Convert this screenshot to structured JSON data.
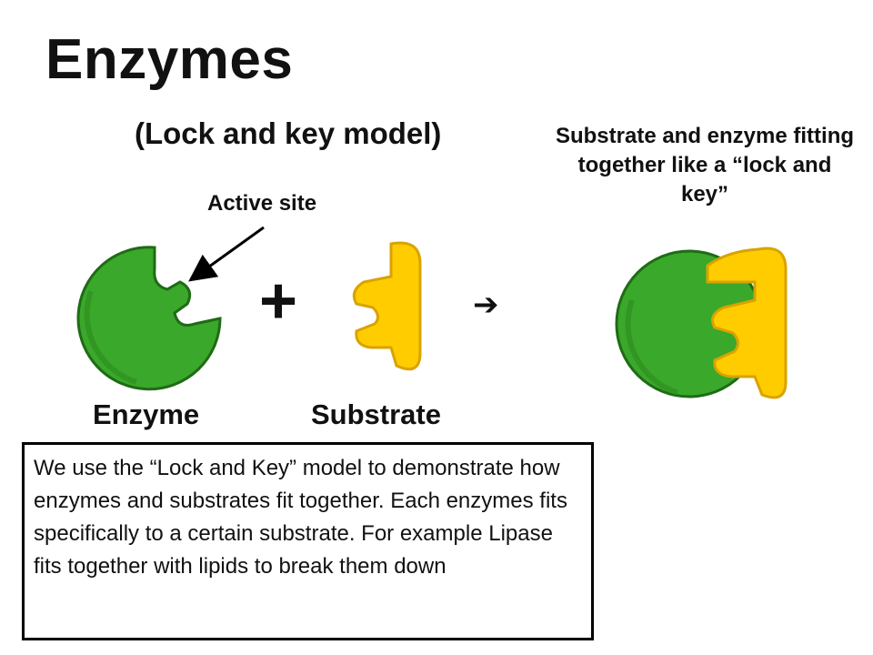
{
  "title": "Enzymes",
  "subtitle": "(Lock and key model)",
  "right_caption": "Substrate and enzyme fitting together like a “lock and key”",
  "active_site_label": "Active site",
  "operator_plus": "+",
  "operator_arrow": "➔",
  "enzyme_label": "Enzyme",
  "substrate_label": "Substrate",
  "description": "We use the “Lock and Key” model to demonstrate how enzymes and substrates fit together. Each enzymes fits specifically to a certain substrate. For example Lipase fits together with lipids to break them down",
  "colors": {
    "enzyme_fill": "#3aa82a",
    "enzyme_edge": "#1f6b16",
    "substrate_fill": "#ffcc00",
    "substrate_edge": "#d9a300"
  }
}
